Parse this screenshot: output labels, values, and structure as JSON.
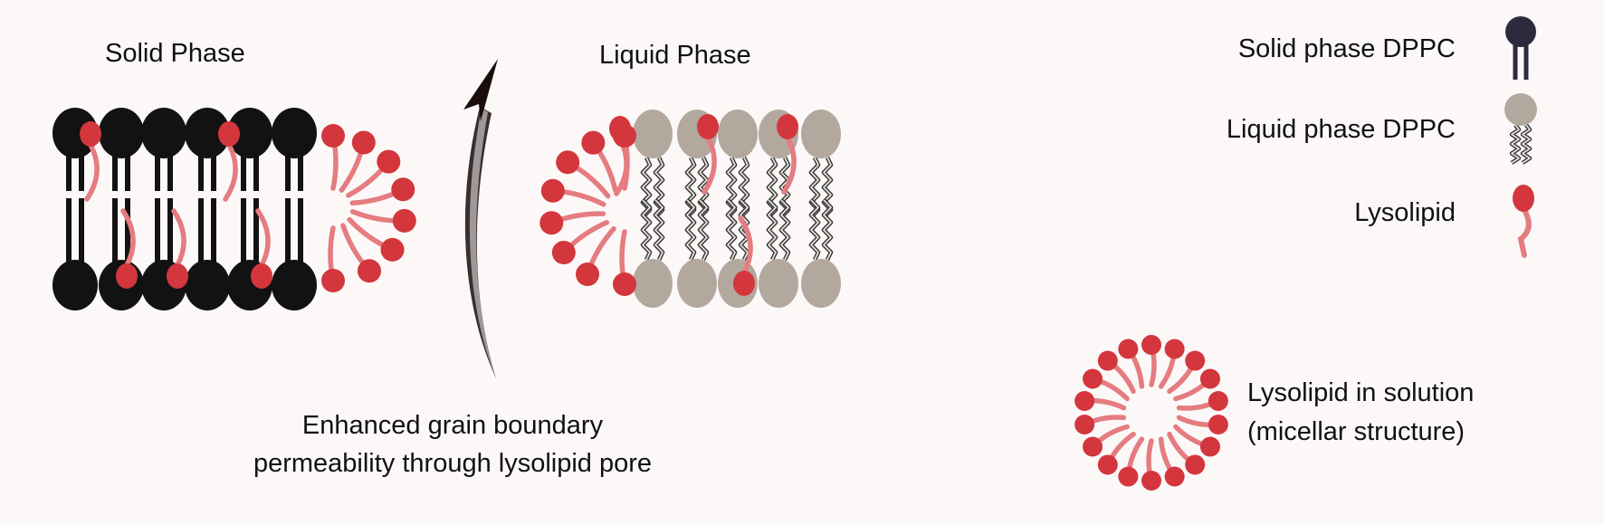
{
  "panels": {
    "solid_title": "Solid Phase",
    "liquid_title": "Liquid Phase",
    "caption_line1": "Enhanced grain boundary",
    "caption_line2": "permeability through lysolipid pore"
  },
  "legend": {
    "solid": "Solid phase DPPC",
    "liquid": "Liquid phase DPPC",
    "lyso": "Lysolipid",
    "micelle_line1": "Lysolipid in solution",
    "micelle_line2": "(micellar structure)"
  },
  "colors": {
    "solid_head": "#121212",
    "solid_legend_head": "#2e2a3d",
    "liquid_head": "#b3a89e",
    "lyso_head": "#d3363c",
    "lyso_tail": "#e47c80",
    "arrow": "#1a0d0d",
    "background": "#fcf8f8"
  }
}
